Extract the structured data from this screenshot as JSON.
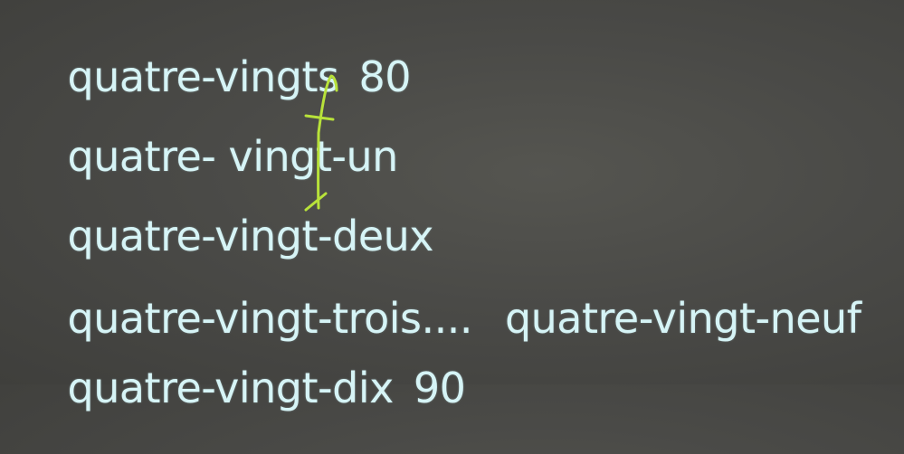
{
  "lines": [
    {
      "text": "quatre-vingts",
      "number": "80"
    },
    {
      "text": "quatre- vingt-un"
    },
    {
      "text": "quatre-vingt-deux"
    },
    {
      "text": "quatre-vingt-trois....",
      "text2": "quatre-vingt-neuf"
    },
    {
      "text": "quatre-vingt-dix",
      "number": "90"
    }
  ],
  "colors": {
    "text": "#d6f4f6",
    "annotation": "#b8e23a",
    "background": "#4a4a47"
  }
}
